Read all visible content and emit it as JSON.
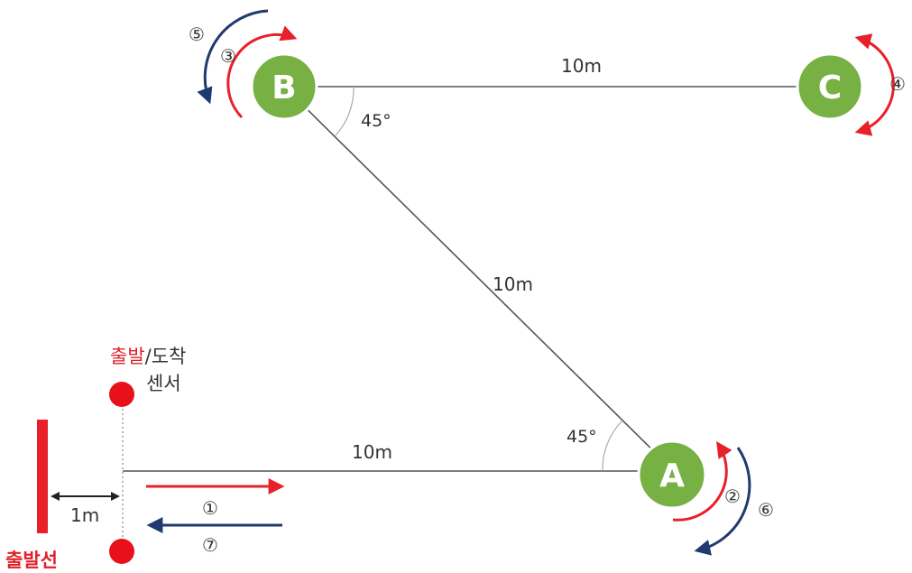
{
  "colors": {
    "node_fill": "#77b043",
    "node_stroke": "#ffffff",
    "path_line": "#555555",
    "red": "#e8202a",
    "navy": "#1f3a6e",
    "sensor_red": "#e8101b",
    "label_red": "#e0202a",
    "label_dark": "#333333"
  },
  "nodes": {
    "a": {
      "label": "A"
    },
    "b": {
      "label": "B"
    },
    "c": {
      "label": "C"
    }
  },
  "distances": {
    "bc": "10m",
    "ab": "10m",
    "start_a": "10m",
    "line_to_sensor": "1m"
  },
  "angles": {
    "at_b": "45°",
    "at_a": "45°"
  },
  "steps": {
    "s1": "①",
    "s2": "②",
    "s3": "③",
    "s4": "④",
    "s5": "⑤",
    "s6": "⑥",
    "s7": "⑦"
  },
  "sensor": {
    "label_part1": "출발",
    "label_sep": "/",
    "label_part2": "도착",
    "label_line2": "센서"
  },
  "start_line": {
    "label": "출발선"
  },
  "icons": {
    "arrow_marker": "arrowhead"
  }
}
